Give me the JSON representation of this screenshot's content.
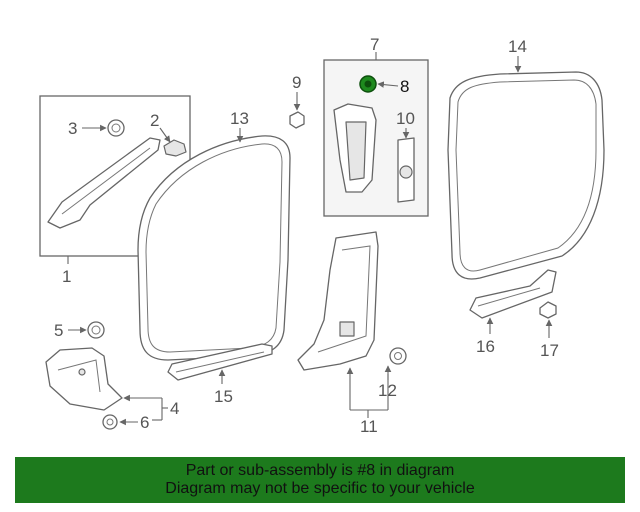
{
  "labels": {
    "l1": "1",
    "l2": "2",
    "l3": "3",
    "l4": "4",
    "l5": "5",
    "l6": "6",
    "l7": "7",
    "l8": "8",
    "l9": "9",
    "l10": "10",
    "l11": "11",
    "l12": "12",
    "l13": "13",
    "l14": "14",
    "l15": "15",
    "l16": "16",
    "l17": "17"
  },
  "banner": {
    "line1": "Part or sub-assembly is #8 in diagram",
    "line2": "Diagram may not be specific to your vehicle"
  },
  "colors": {
    "banner_bg": "#1d7a1d",
    "highlight_part": "#1e8a1e"
  }
}
